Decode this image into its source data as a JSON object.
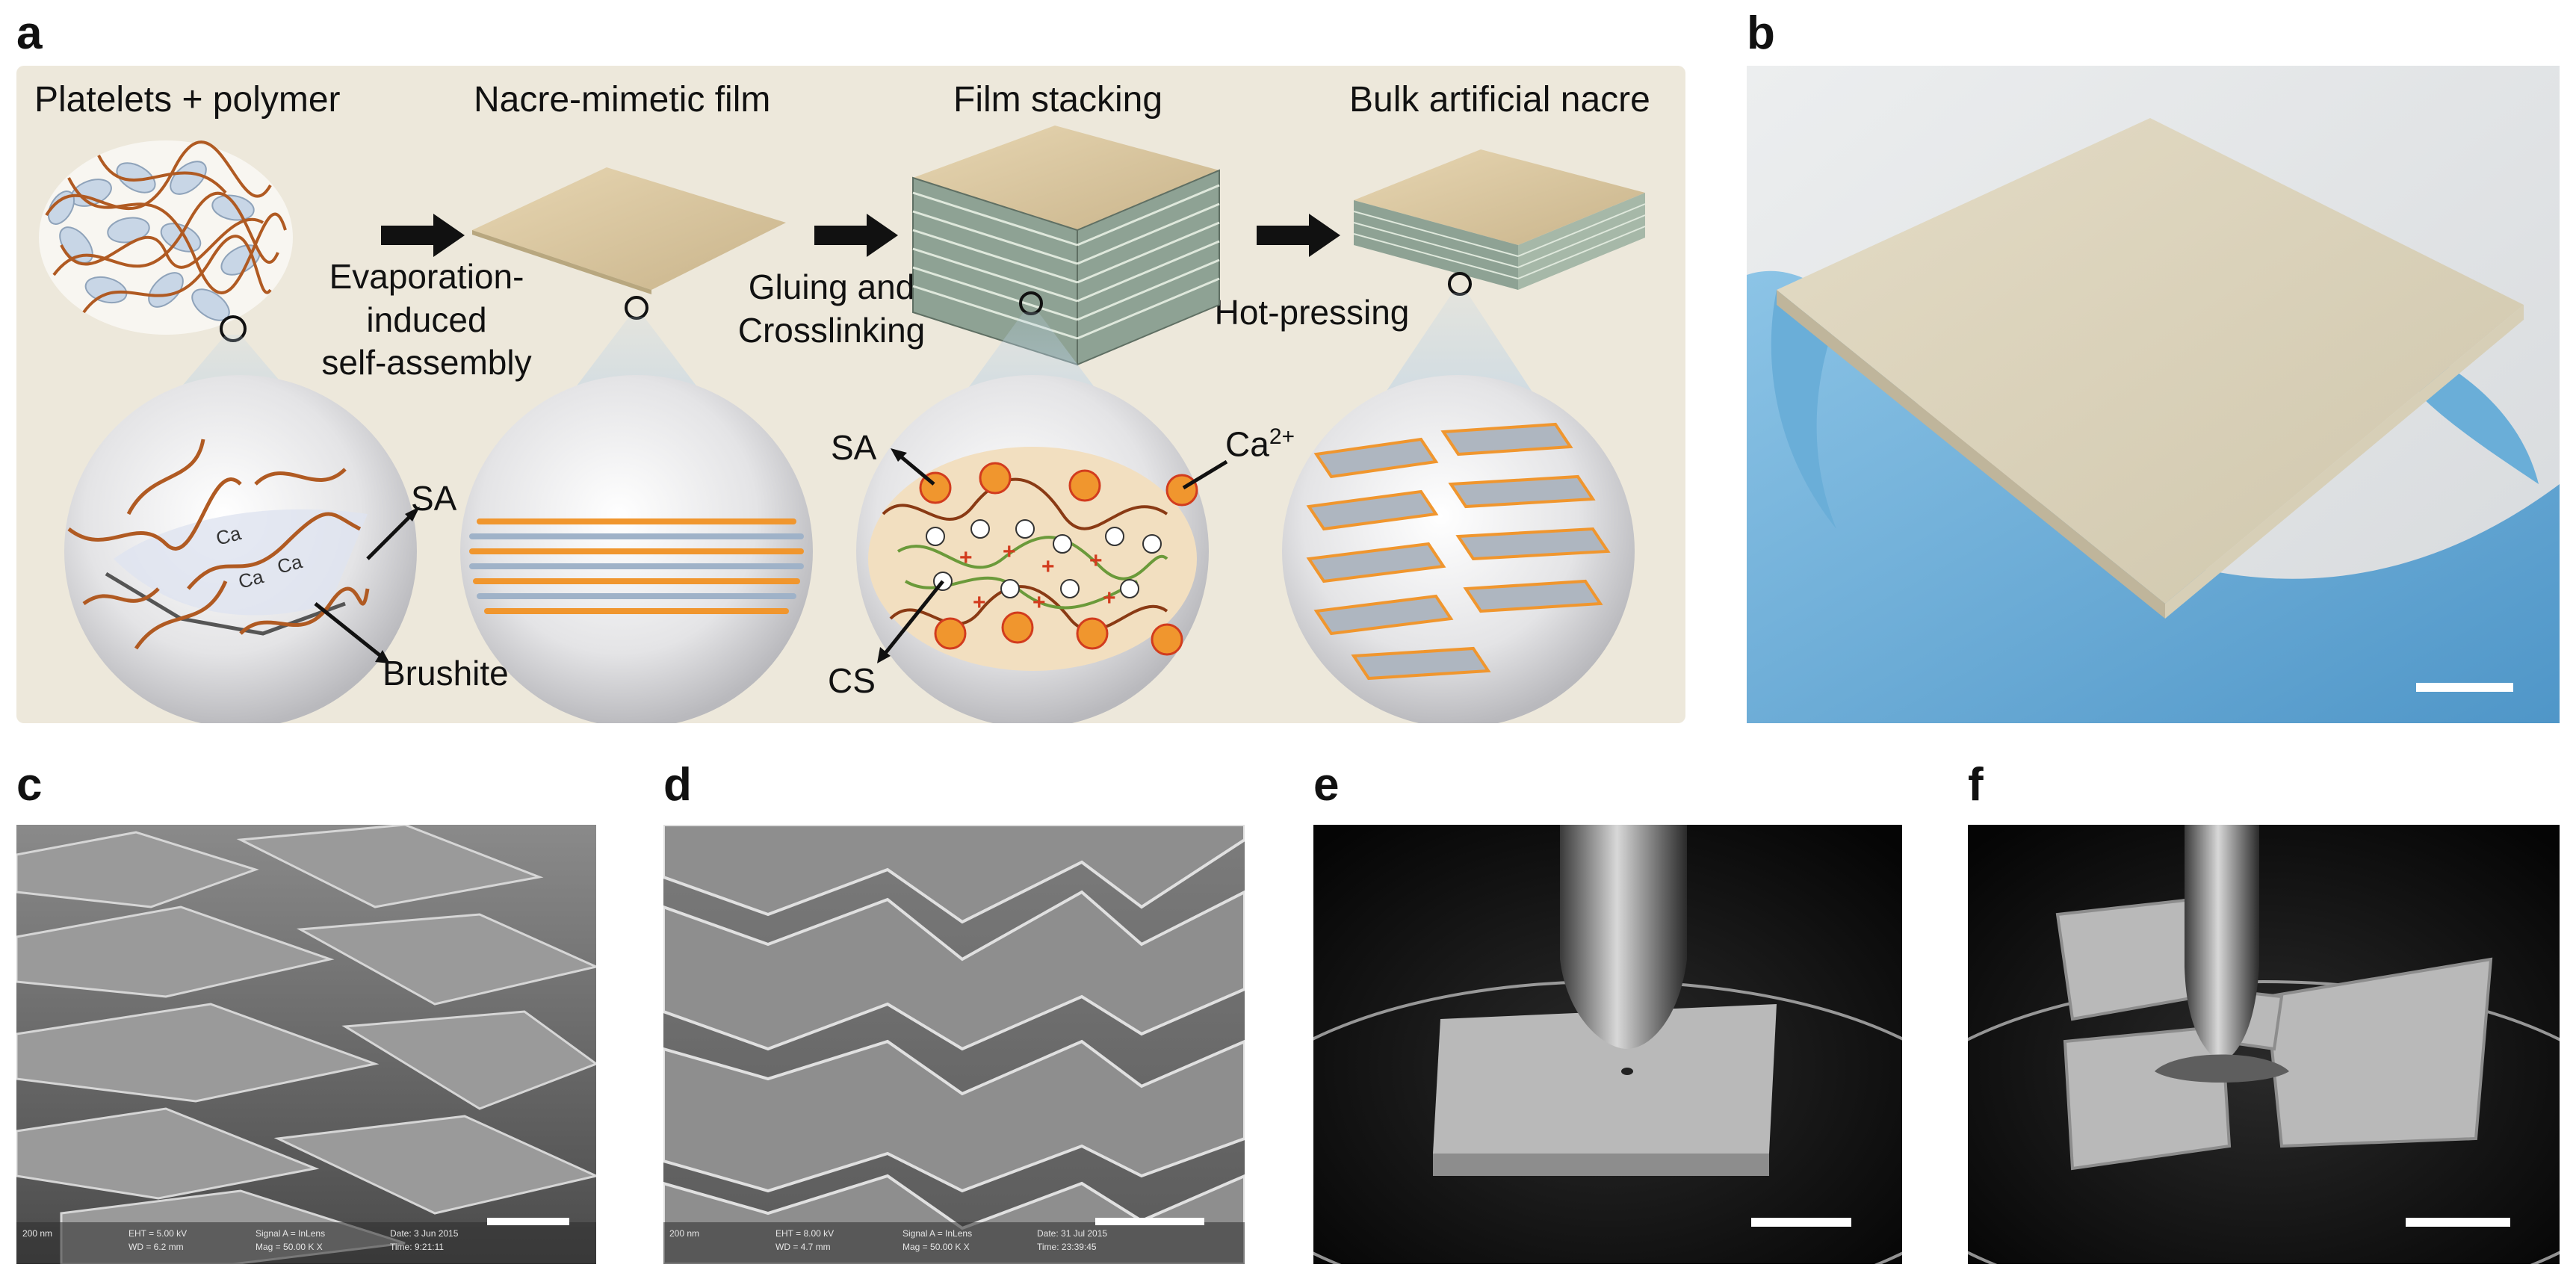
{
  "panels": {
    "a": {
      "letter": "a"
    },
    "b": {
      "letter": "b"
    },
    "c": {
      "letter": "c"
    },
    "d": {
      "letter": "d"
    },
    "e": {
      "letter": "e"
    },
    "f": {
      "letter": "f"
    }
  },
  "stages": [
    {
      "title": "Platelets + polymer"
    },
    {
      "title": "Nacre-mimetic film"
    },
    {
      "title": "Film stacking"
    },
    {
      "title": "Bulk artificial nacre"
    }
  ],
  "processes": [
    {
      "line1": "Evaporation-",
      "line2": "induced",
      "line3": "self-assembly"
    },
    {
      "line1": "Gluing and",
      "line2": "Crosslinking"
    },
    {
      "line1": "Hot-pressing"
    }
  ],
  "callouts": {
    "sa_left": "SA",
    "brushite": "Brushite",
    "sa_right": "SA",
    "cs": "CS",
    "ca_ion": "Ca",
    "ca_charge": "2+",
    "ca_small": "Ca",
    "ca_badge": "Ca²⁺"
  },
  "sem": {
    "c": {
      "scale": "200 nm",
      "eht": "EHT = 5.00 kV",
      "wd": "WD = 6.2 mm",
      "signal": "Signal A = InLens",
      "mag": "Mag = 50.00 K X",
      "date": "Date: 3 Jun 2015",
      "time": "Time: 9:21:11"
    },
    "d": {
      "scale": "200 nm",
      "eht": "EHT = 8.00 kV",
      "wd": "WD = 4.7 mm",
      "signal": "Signal A = InLens",
      "mag": "Mag = 50.00 K X",
      "date": "Date: 31 Jul 2015",
      "time": "Time: 23:39:45"
    }
  },
  "colors": {
    "panel_a_bg": "#ede8db",
    "film_tan": "#d9c6a0",
    "film_side": "#9fae9a",
    "polymer": "#b05a22",
    "platelet": "#c8d6e6",
    "orange": "#f0962e",
    "glove_blue": "#6aaed8",
    "photo_bg": "#e6e8ea",
    "plate": "#d9d2bd"
  }
}
